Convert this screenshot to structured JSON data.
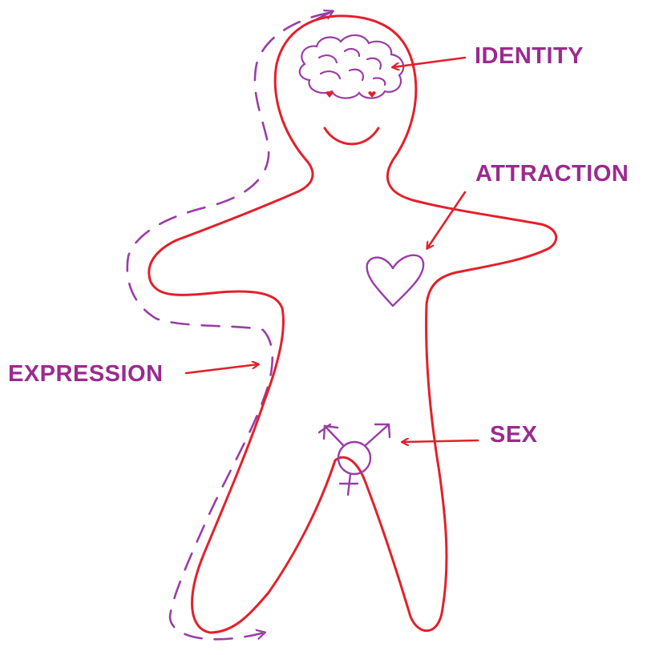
{
  "labels": {
    "identity": "IDENTITY",
    "attraction": "ATTRACTION",
    "expression": "EXPRESSION",
    "sex": "SEX"
  },
  "colors": {
    "label": "#9b2a8f",
    "outline": "#e3202b",
    "symbol": "#9b3ca6",
    "expression_dash": "#9b3ca6",
    "arrow": "#e3202b"
  },
  "icons": {
    "head_symbol": "brain-icon",
    "chest_symbol": "heart-icon",
    "groin_symbol": "transgender-symbol-icon"
  }
}
